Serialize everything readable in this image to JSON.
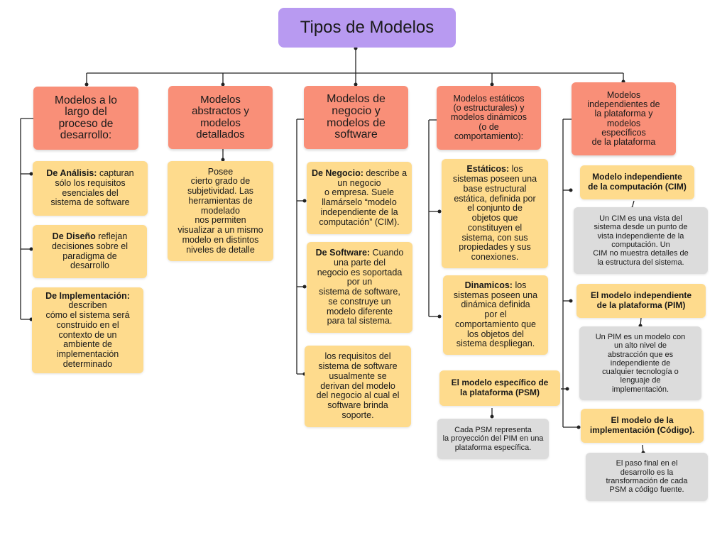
{
  "title": "Tipos de Modelos",
  "columns": [
    {
      "heading": "Modelos a lo\nlargo del\nproceso de\ndesarrollo:",
      "items": [
        {
          "bold": "De Análisis:",
          "text": "capturan\nsólo los requisitos\nesenciales del\nsistema de software"
        },
        {
          "bold": "De Diseño",
          "text": "reflejan\ndecisiones sobre el\nparadigma de\ndesarrollo"
        },
        {
          "bold": "De Implementación:",
          "text": "describen\ncómo el sistema será\nconstruido en el\ncontexto de un\nambiente de\nimplementación\ndeterminado"
        }
      ]
    },
    {
      "heading": "Modelos\nabstractos y\nmodelos\ndetallados",
      "items": [
        {
          "text": "Posee\ncierto grado de\nsubjetividad. Las\nherramientas de\nmodelado\nnos permiten\nvisualizar a un mismo\nmodelo en distintos\nniveles de detalle"
        }
      ]
    },
    {
      "heading": "Modelos de\nnegocio y\nmodelos de\nsoftware",
      "items": [
        {
          "bold": "De Negocio:",
          "text": "describe a un negocio\no empresa. Suele\nllamárselo “modelo\nindependiente de la\ncomputación” (CIM)."
        },
        {
          "bold": "De Software:",
          "text": "Cuando una parte del\nnegocio es soportada\npor un\nsistema de software,\nse construye un\nmodelo diferente\npara tal sistema."
        },
        {
          "text": "los requisitos del\nsistema de software\nusualmente se\nderivan del modelo\ndel negocio al cual el\nsoftware brinda\nsoporte."
        }
      ]
    },
    {
      "heading": "Modelos estáticos\n(o estructurales) y\nmodelos dinámicos\n(o de\ncomportamiento):",
      "items": [
        {
          "bold": "Estáticos:",
          "text": "los\nsistemas poseen una\nbase estructural\nestática, definida por\nel conjunto de\nobjetos que\nconstituyen el\nsistema, con sus\npropiedades y sus\nconexiones."
        },
        {
          "bold": "Dinamicos:",
          "text": "los\nsistemas poseen una\ndinámica definida\npor el\ncomportamiento que\nlos objetos del\nsistema despliegan."
        }
      ],
      "psm": {
        "label": "El modelo específico de\nla plataforma (PSM)",
        "desc": "Cada PSM representa\nla proyección del PIM en una\nplataforma específica."
      }
    },
    {
      "heading": "Modelos\nindependientes de\nla plataforma y\nmodelos\nespecíficos\nde la plataforma",
      "items": [
        {
          "label": "Modelo independiente\nde la computación (CIM)",
          "desc": "Un CIM es una vista del\nsistema desde un punto de\nvista independiente de la\ncomputación. Un\nCIM no muestra detalles de\nla estructura del sistema."
        },
        {
          "label": "El modelo independiente\nde la plataforma (PIM)",
          "desc": "Un PIM es un modelo con\nun alto nivel de\nabstracción que es\nindependiente de\ncualquier tecnología o\nlenguaje de\nimplementación."
        },
        {
          "label": "El modelo de la\nimplementación (Código).",
          "desc": "El paso final en el\ndesarrollo es la\ntransformación de cada\nPSM a código fuente."
        }
      ]
    }
  ],
  "colors": {
    "title": "#b89af1",
    "heading": "#f98f78",
    "item": "#fedb8d",
    "desc": "#dcdcdc"
  }
}
